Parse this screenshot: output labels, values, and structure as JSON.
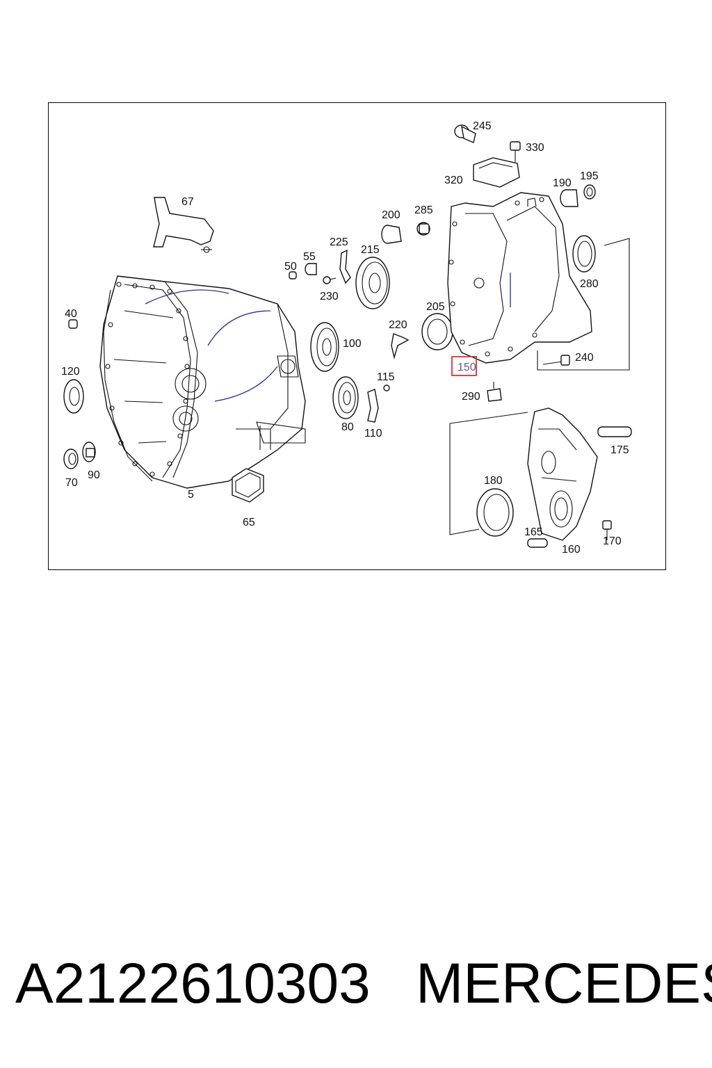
{
  "diagram": {
    "callouts": {
      "c245": "245",
      "c330": "330",
      "c320": "320",
      "c190": "190",
      "c195": "195",
      "c67": "67",
      "c200": "200",
      "c285": "285",
      "c225": "225",
      "c55": "55",
      "c50": "50",
      "c215": "215",
      "c280": "280",
      "c230": "230",
      "c40": "40",
      "c205": "205",
      "c220": "220",
      "c100": "100",
      "c240": "240",
      "c150": "150",
      "c120": "120",
      "c115": "115",
      "c290": "290",
      "c80": "80",
      "c110": "110",
      "c175": "175",
      "c70": "70",
      "c90": "90",
      "c5": "5",
      "c180": "180",
      "c65": "65",
      "c165": "165",
      "c170": "170",
      "c160": "160"
    },
    "highlighted_callout": "150",
    "highlight_color": "#e03030"
  },
  "footer": {
    "part_number": "A2122610303",
    "brand": "MERCEDES"
  }
}
